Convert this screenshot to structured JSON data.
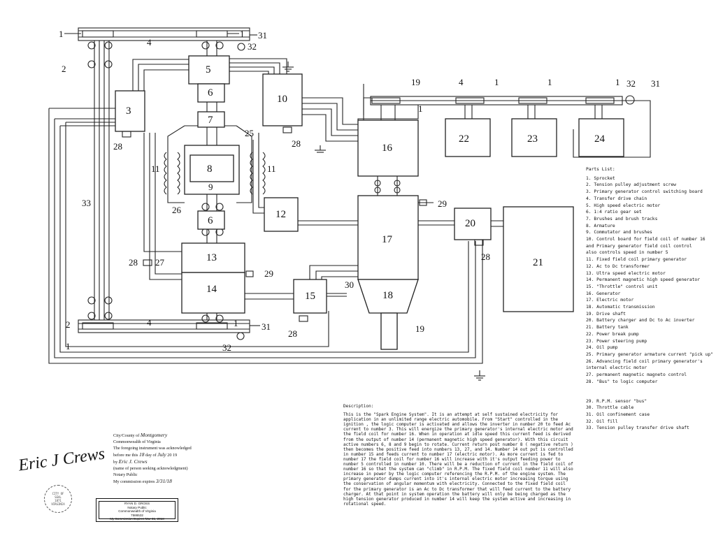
{
  "components": {
    "c3": "3",
    "c5": "5",
    "c6a": "6",
    "c6b": "6",
    "c7": "7",
    "c8": "8",
    "c9": "9",
    "c10": "10",
    "c11a": "11",
    "c11b": "11",
    "c12": "12",
    "c13": "13",
    "c14": "14",
    "c15": "15",
    "c16": "16",
    "c17": "17",
    "c18": "18",
    "c20": "20",
    "c21": "21",
    "c22": "22",
    "c23": "23",
    "c24": "24"
  },
  "callouts": {
    "n1a": "1",
    "n1b": "1",
    "n1c": "1",
    "n1d": "1",
    "n1e": "1",
    "n1f": "1",
    "n1g": "1",
    "n1h": "1",
    "n2a": "2",
    "n2b": "2",
    "n4a": "4",
    "n4b": "4",
    "n4c": "4",
    "n19a": "19",
    "n19b": "19",
    "n25": "25",
    "n26": "26",
    "n27": "27",
    "n28a": "28",
    "n28b": "28",
    "n28c": "28",
    "n28d": "28",
    "n28e": "28",
    "n29a": "29",
    "n29b": "29",
    "n30": "30",
    "n31a": "31",
    "n31b": "31",
    "n31c": "31",
    "n32a": "32",
    "n32b": "32",
    "n32c": "32",
    "n33": "33"
  },
  "parts_list": {
    "title": "Parts List:",
    "items": [
      "1. Sprocket",
      "2. Tension pulley adjustment screw",
      "3. Primary generator control switching board",
      "4. Transfer drive chain",
      "5. High speed electric motor",
      "6. 1:4 ratio gear set",
      "7. Brushes and brush tracks",
      "8. Armature",
      "9. Commutator and brushes",
      "10. Control board for field coil of number 16",
      "    and Primary generator field coil control",
      "    also controls speed in number 5",
      "11. Fixed field coil primary generator",
      "12. Ac to Dc transformer",
      "13. Ultra speed electric motor",
      "14. Permanent magnetic high speed generator",
      "15. \"Throttle\" control unit",
      "16. Generator",
      "17. Electric motor",
      "18. Automatic transmission",
      "19. Drive shaft",
      "20. Battery charger and Dc to Ac inverter",
      "21. Battery tank",
      "22. Power break pump",
      "23. Power steering pump",
      "24. Oil pump",
      "25. Primary generator armature current \"pick up\"",
      "26. Advancing field coil primary generator's",
      "    internal electric motor",
      "27. permanent magnetic magneto control",
      "28. \"Bus\" to logic computer"
    ],
    "items2": [
      "29. R.P.M. sensor \"bus\"",
      "30. Throttle cable",
      "31. Oil confinement case",
      "32. Oil fill",
      "33. Tension pulley transfer drive shaft"
    ]
  },
  "description": {
    "title": "Description:",
    "text": "This is the \"Spark Engine System\". It is an attempt at self sustained electricity for application in an unlimited range electric automobile. From \"Start\" controlled in the ignition , the logic computer is activated and allows the inverter in number 20 to feed Ac current to number 3. This will energize the primary generator's internal electric motor and the field coil for number 16. When in operation at idle speed this current feed is derived from the output of number 14 (permanent magnetic high speed generator). With this circuit active numbers 6, 8 and 9 begin to rotate. Current return post number 8 ( negative return ) then becomes the positive feed into numbers 13, 27, and 14. Number 14 out put is controlled in number 15 and feeds current to number 17 (electric motor). As more current is fed to number 17 the field coil for number 16 will increase with it's output feeding power to number 5 controlled in number 10. There will be a reduction of current in the field coil of number 16 so that the system can \"climb\" in R.P.M. The fixed field coil number 11 will also increase in power by the logic computer referencing the R.P.M. of the engine system. The primary generator dumps current into it's internal electric motor increasing torque using the conservation of angular momentum with electricity. Connected to the fixed field coil for the primary generator is an Ac to Dc transformer that will feed current to the battery charger. At that point in system operation the battery will only be being charged as the high tension generator produced in number 14 will keep the system active and increasing in rotational speed."
  },
  "notary": {
    "city_county_label": "City/County of",
    "city_county_value": "Montgomery",
    "commonwealth": "Commonwealth of Virginia",
    "ack_line1": "The foregoing instrument was acknowledged",
    "ack_before": "before me this",
    "ack_day": "18",
    "ack_dayof": "day of",
    "ack_month": "July",
    "ack_year": "20 19",
    "by_label": "by",
    "by_value": "Eric J. Crews",
    "name_note": "(name of person seeking acknowledgment)",
    "notary_public": "Notary Public",
    "commission_label": "My commission expires",
    "commission_value": "3/31/18"
  },
  "stamp": {
    "name": "RYAN D. GROSS",
    "role": "Notary Public",
    "state": "Commonwealth of Virginia",
    "number": "7586532",
    "expires": "My Commission Expires Mar 31, 2018"
  },
  "signature": "Eric J Crews",
  "seal": {
    "line1": "CITY OF",
    "line2": "SEAL",
    "line3": "VIRGINIA",
    "year": "1871"
  }
}
